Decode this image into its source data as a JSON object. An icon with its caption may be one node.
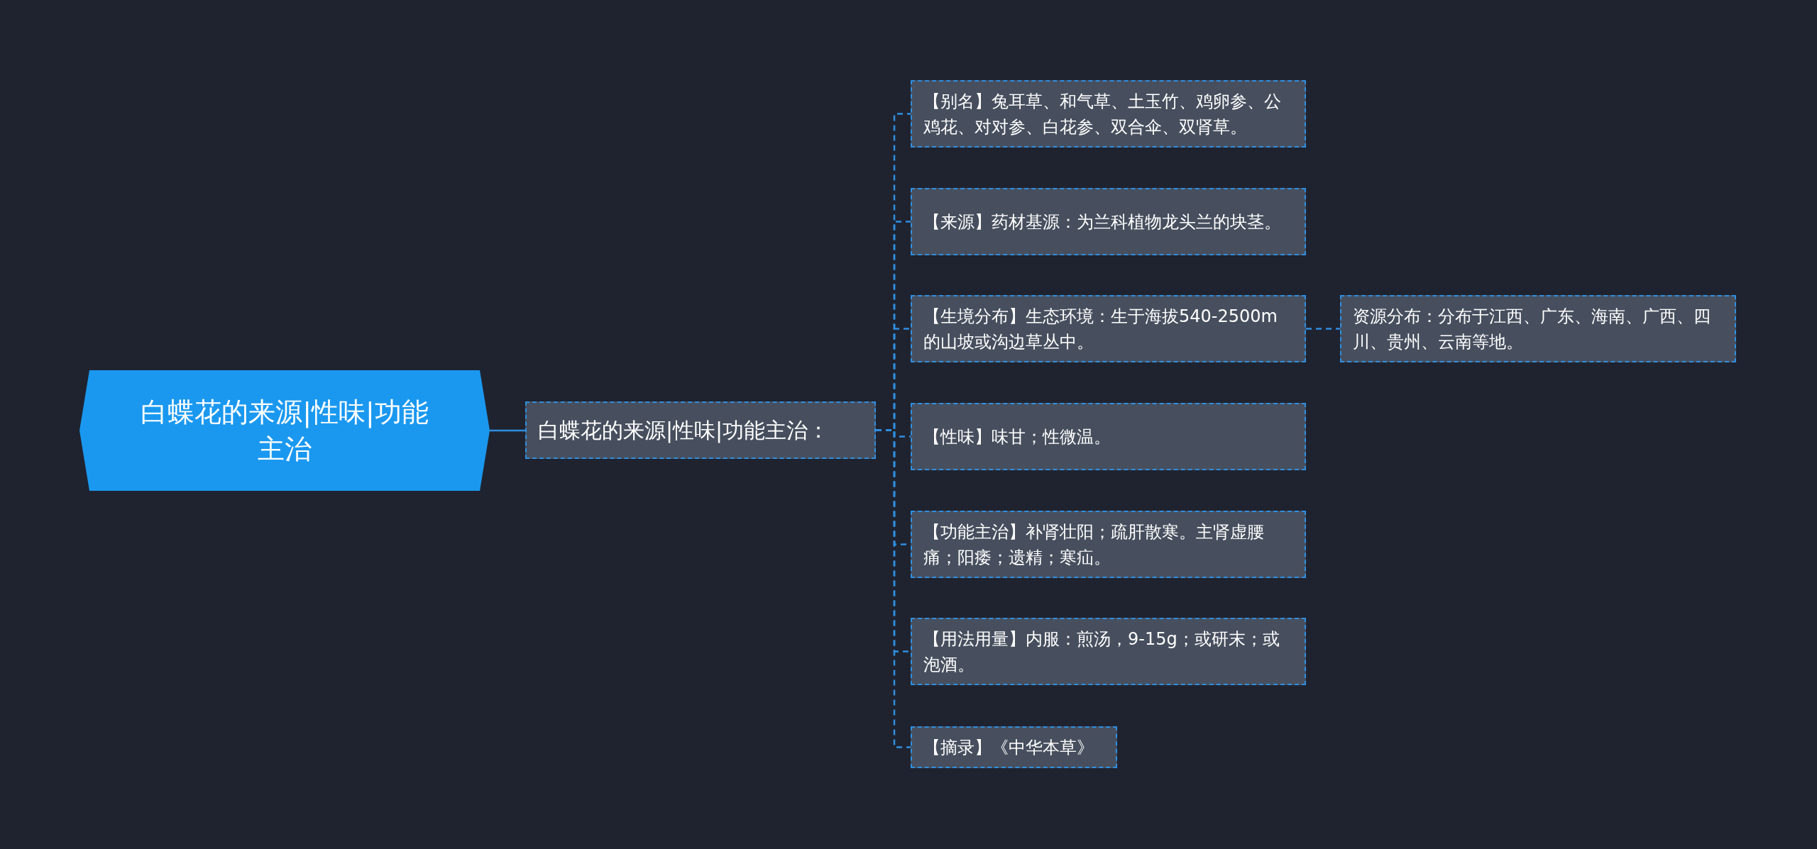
{
  "diagram": {
    "nodes": [
      {
        "text": [
          "白蝶花的来源|性味|功能主治"
        ]
      },
      {
        "text": [
          "白蝶花的来源|性味|功能主治："
        ]
      },
      {
        "text": [
          "【别名】兔耳草、和气草、土玉竹、鸡卵参、公鸡花、对对参、白花参、双合伞、双肾草。"
        ]
      },
      {
        "text": [
          "【来源】药材基源：为兰科植物龙头兰的块茎。"
        ]
      },
      {
        "text": [
          "【生境分布】生态环境：生于海拔540-2500m的山坡或沟边草丛中。"
        ]
      },
      {
        "text": [
          "资源分布：分布于江西、广东、海南、广西、四川、贵州、云南等地。"
        ]
      },
      {
        "text": [
          "【性味】味甘；性微温。"
        ]
      },
      {
        "text": [
          "【功能主治】补肾壮阳；疏肝散寒。主肾虚腰痛；阳痿；遗精；寒疝。"
        ]
      },
      {
        "text": [
          "【用法用量】内服：煎汤，9-15g；或研末；或泡酒。"
        ]
      },
      {
        "text": [
          "【摘录】《中华本草》"
        ]
      }
    ],
    "edges": [
      {
        "from": 0,
        "to": 1,
        "arrow": "none"
      },
      {
        "from": 1,
        "to": 2,
        "arrow": "none",
        "style": "dashed"
      },
      {
        "from": 1,
        "to": 3,
        "arrow": "none",
        "style": "dashed"
      },
      {
        "from": 1,
        "to": 4,
        "arrow": "none",
        "style": "dashed"
      },
      {
        "from": 4,
        "to": 5,
        "arrow": "none",
        "style": "dashed"
      },
      {
        "from": 1,
        "to": 6,
        "arrow": "none",
        "style": "dashed"
      },
      {
        "from": 1,
        "to": 7,
        "arrow": "none",
        "style": "dashed"
      },
      {
        "from": 1,
        "to": 8,
        "arrow": "none",
        "style": "dashed"
      },
      {
        "from": 1,
        "to": 9,
        "arrow": "none",
        "style": "dashed"
      }
    ]
  }
}
